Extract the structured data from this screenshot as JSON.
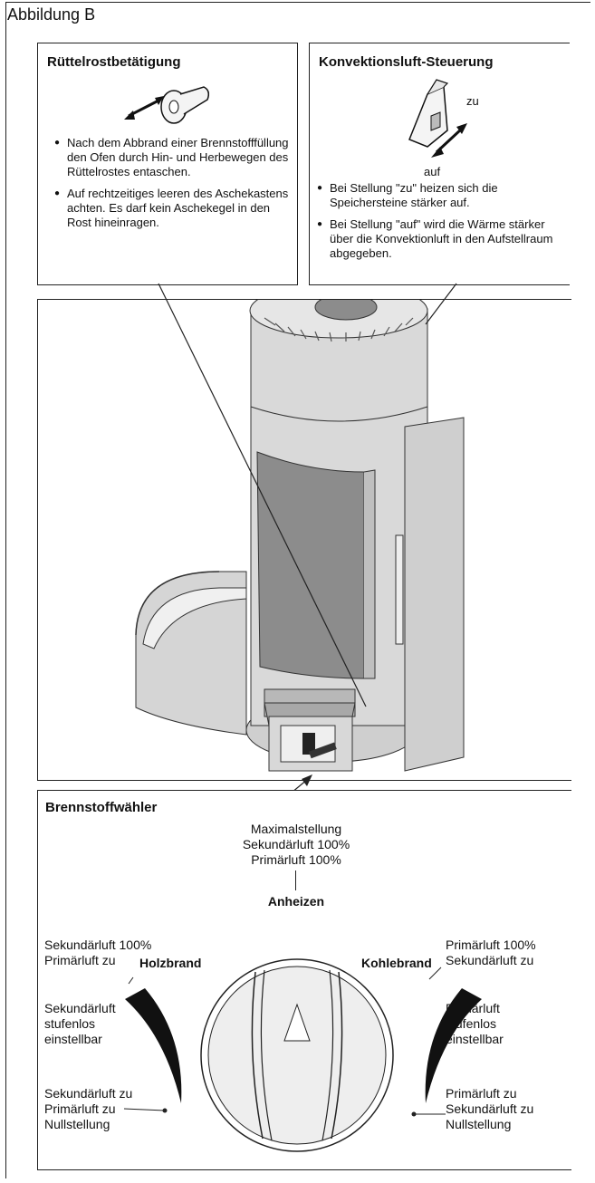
{
  "figure_title": "Abbildung B",
  "ruettel": {
    "title": "Rüttelrostbetätigung",
    "bullets": [
      "Nach dem Abbrand einer Brennstofffüllung den Ofen durch Hin- und Herbewegen des Rüttelrostes entaschen.",
      "Auf rechtzeitiges leeren des Aschekastens achten. Es darf kein Aschekegel in den Rost hineinragen."
    ]
  },
  "konvektion": {
    "title": "Konvektionsluft-Steuerung",
    "label_zu": "zu",
    "label_auf": "auf",
    "bullets": [
      "Bei Stellung \"zu\" heizen sich die Speichersteine stärker auf.",
      "Bei Stellung \"auf\" wird die Wärme stärker über die Konvektionluft in den Aufstellraum abgegeben."
    ]
  },
  "brennstoff": {
    "title": "Brennstoffwähler",
    "top_label": [
      "Maximalstellung",
      "Sekundärluft 100%",
      "Primärluft 100%"
    ],
    "anheizen": "Anheizen",
    "holzbrand": "Holzbrand",
    "kohlebrand": "Kohlebrand",
    "left_top": [
      "Sekundärluft 100%",
      "Primärluft zu"
    ],
    "left_mid": [
      "Sekundärluft",
      "stufenlos",
      "einstellbar"
    ],
    "left_bot": [
      "Sekundärluft zu",
      "Primärluft zu",
      "Nullstellung"
    ],
    "right_top": [
      "Primärluft 100%",
      "Sekundärluft zu"
    ],
    "right_mid": [
      "Primärluft",
      "stufenlos",
      "einstellbar"
    ],
    "right_bot": [
      "Primärluft zu",
      "Sekundärluft zu",
      "Nullstellung"
    ]
  },
  "colors": {
    "stove_fill": "#d9d9d9",
    "stove_dark": "#8c8c8c",
    "line": "#222222"
  }
}
